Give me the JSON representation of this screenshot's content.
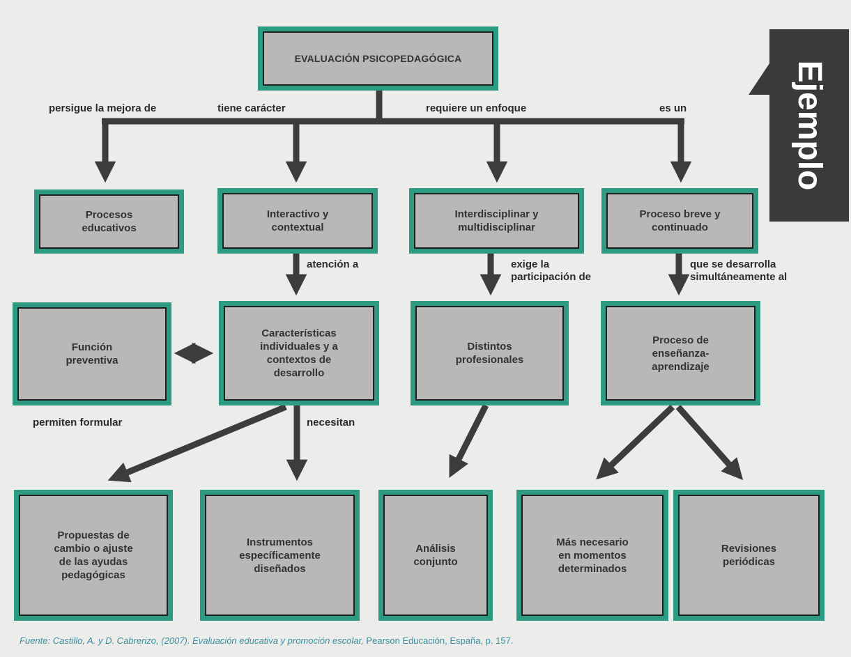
{
  "title": "EVALUACIÓN PSICOPEDAGÓGICA",
  "side_tab": "Ejemplo",
  "labels": {
    "persigue": "persigue la mejora de",
    "tiene": "tiene carácter",
    "requiere": "requiere un enfoque",
    "es_un": "es un",
    "atencion": "atención a",
    "exige_1": "exige la",
    "exige_2": "participación de",
    "que_se_1": "que se desarrolla",
    "que_se_2": "simultáneamente al",
    "permiten": "permiten formular",
    "necesitan": "necesitan"
  },
  "row1": {
    "procesos": [
      "Procesos",
      "educativos"
    ],
    "interactivo": [
      "Interactivo y",
      "contextual"
    ],
    "interdisciplinar": [
      "Interdisciplinar y",
      "multidisciplinar"
    ],
    "proceso_breve": [
      "Proceso breve y",
      "continuado"
    ]
  },
  "row2": {
    "funcion": [
      "Función",
      "preventiva"
    ],
    "caracteristicas": [
      "Características",
      "individuales y a",
      "contextos de",
      "desarrollo"
    ],
    "distintos": [
      "Distintos",
      "profesionales"
    ],
    "ensenanza": [
      "Proceso de",
      "enseñanza-",
      "aprendizaje"
    ]
  },
  "row3": {
    "propuestas": [
      "Propuestas de",
      "cambio o ajuste",
      "de las ayudas",
      "pedagógicas"
    ],
    "instrumentos": [
      "Instrumentos",
      "específicamente",
      "diseñados"
    ],
    "analisis": [
      "Análisis",
      "conjunto"
    ],
    "mas_necesario": [
      "Más necesario",
      "en momentos",
      "determinados"
    ],
    "revisiones": [
      "Revisiones",
      "periódicas"
    ]
  },
  "source": {
    "prefix": "Fuente: Castillo, A. y D. Cabrerizo, (2007). Evaluación educativa y promoción escolar,",
    "suffix": " Pearson Educación, España, p. 157."
  },
  "colors": {
    "box_border": "#2d9a82",
    "box_fill": "#b9b8b7",
    "arrow": "#3d3c3c",
    "tab": "#3b3a3a",
    "source_text": "#3a8fa0"
  }
}
